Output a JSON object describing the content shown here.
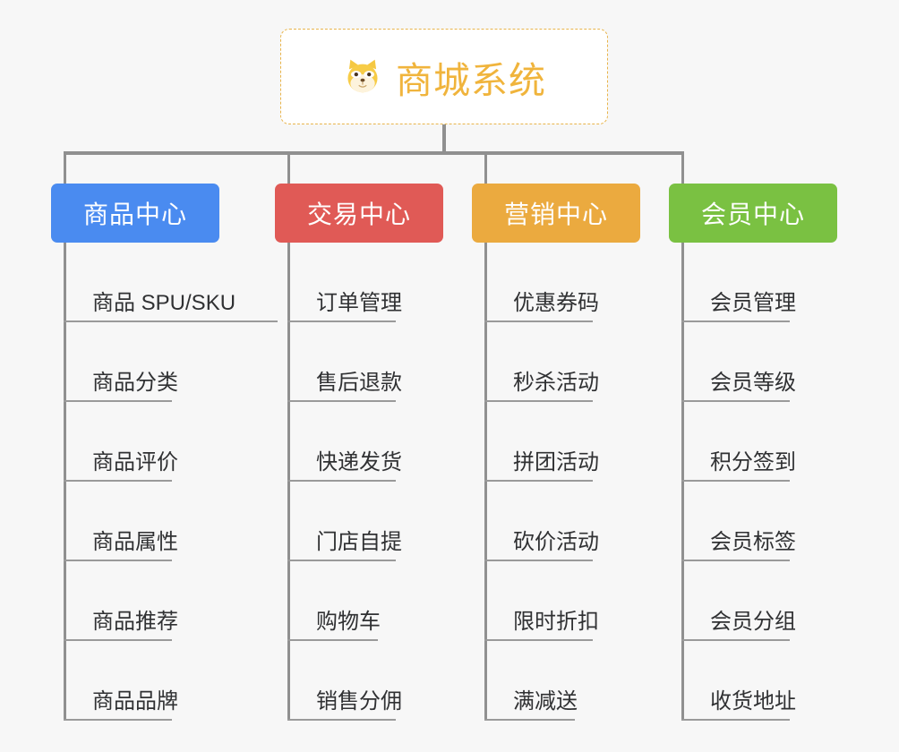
{
  "root": {
    "title": "商城系统",
    "icon": "shiba-dog-face-icon",
    "accent_color": "#F0B43C",
    "border_color": "#E8B44B",
    "background": "#FFFFFF"
  },
  "canvas": {
    "background_color": "#F7F7F7",
    "connector_color": "#909090"
  },
  "columns": [
    {
      "header": "商品中心",
      "color": "#4A8BF0",
      "items": [
        "商品 SPU/SKU",
        "商品分类",
        "商品评价",
        "商品属性",
        "商品推荐",
        "商品品牌"
      ]
    },
    {
      "header": "交易中心",
      "color": "#E05A56",
      "items": [
        "订单管理",
        "售后退款",
        "快递发货",
        "门店自提",
        "购物车",
        "销售分佣"
      ]
    },
    {
      "header": "营销中心",
      "color": "#EBAA3F",
      "items": [
        "优惠券码",
        "秒杀活动",
        "拼团活动",
        "砍价活动",
        "限时折扣",
        "满减送"
      ]
    },
    {
      "header": "会员中心",
      "color": "#7AC142",
      "items": [
        "会员管理",
        "会员等级",
        "积分签到",
        "会员标签",
        "会员分组",
        "收货地址"
      ]
    }
  ]
}
